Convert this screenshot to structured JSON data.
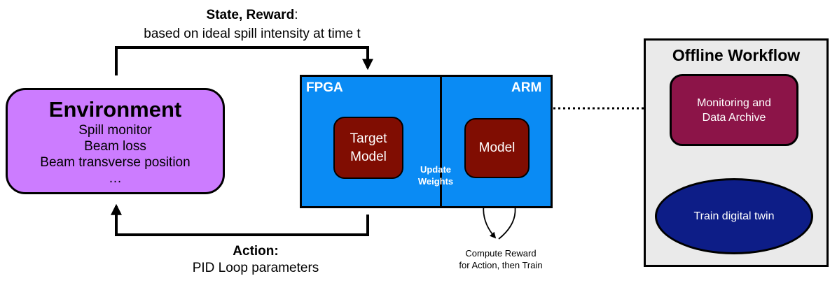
{
  "top_label": {
    "title": "State, Reward",
    "colon": ":",
    "desc": "based on ideal spill intensity at time t"
  },
  "bottom_label": {
    "title": "Action:",
    "desc": "PID Loop parameters"
  },
  "environment": {
    "title": "Environment",
    "items": [
      "Spill monitor",
      "Beam loss",
      "Beam transverse position",
      "…"
    ]
  },
  "fpga": {
    "label": "FPGA"
  },
  "arm": {
    "label": "ARM"
  },
  "target_model": {
    "line1": "Target",
    "line2": "Model"
  },
  "model": {
    "label": "Model"
  },
  "update_weights": {
    "line1": "Update",
    "line2": "Weights"
  },
  "compute_reward": {
    "line1": "Compute Reward",
    "line2": "for Action, then Train"
  },
  "offline": {
    "title": "Offline Workflow",
    "monitoring": {
      "line1": "Monitoring and",
      "line2": "Data Archive"
    },
    "train": "Train digital twin"
  },
  "colors": {
    "environment": "#cc7cff",
    "fpga_arm": "#0a8bf4",
    "model": "#800d02",
    "monitoring": "#8c1448",
    "train": "#0d1d87",
    "offline_bg": "#eaeaea"
  }
}
